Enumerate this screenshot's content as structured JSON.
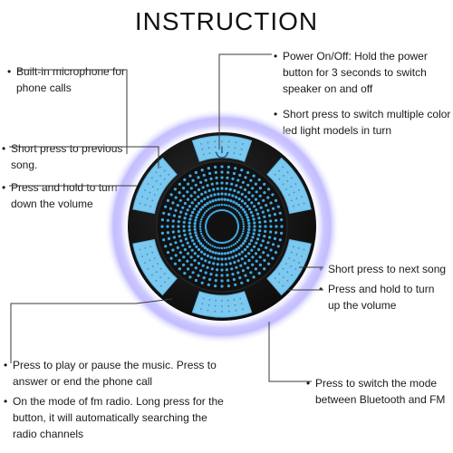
{
  "title": "INSTRUCTION",
  "left_notes": [
    {
      "id": "microphone",
      "lines": [
        "Built-in microphone for",
        "phone calls"
      ]
    },
    {
      "id": "previous-song",
      "lines": [
        "Short press to previous",
        "song."
      ]
    },
    {
      "id": "volume-down",
      "lines": [
        "Press and hold to turn",
        "down the volume"
      ]
    },
    {
      "id": "play-pause",
      "lines": [
        "Press to play or pause the music. Press to",
        "answer or end the phone call"
      ]
    },
    {
      "id": "fm-radio",
      "lines": [
        "On the mode of fm radio. Long press for the",
        "button, it will automatically searching the",
        "radio channels"
      ]
    }
  ],
  "right_notes": [
    {
      "id": "power",
      "lines": [
        "Power On/Off: Hold the power",
        "button for 3 seconds to switch",
        "speaker on and off"
      ]
    },
    {
      "id": "led",
      "lines": [
        "Short press to switch multiple color",
        "led light models in turn"
      ]
    },
    {
      "id": "next-song",
      "lines": [
        "Short press to next song"
      ]
    },
    {
      "id": "volume-up",
      "lines": [
        "Press and hold to turn",
        "up the volume"
      ]
    },
    {
      "id": "mode",
      "lines": [
        "Press to switch the mode",
        "between Bluetooth and FM"
      ]
    }
  ],
  "colors": {
    "button_blue": "#7cc8ef",
    "dot_blue": "#3fa9e3",
    "body_black": "#151515",
    "glow": "#b8b3ff",
    "line": "#3a3a3a"
  },
  "icons": {
    "power_button": "power-icon",
    "next_button": "skip-next-icon",
    "play_button": "play-pause-icon",
    "mode_button": "mode-icon",
    "prev_button": "skip-previous-icon",
    "led_button": "light-icon"
  }
}
